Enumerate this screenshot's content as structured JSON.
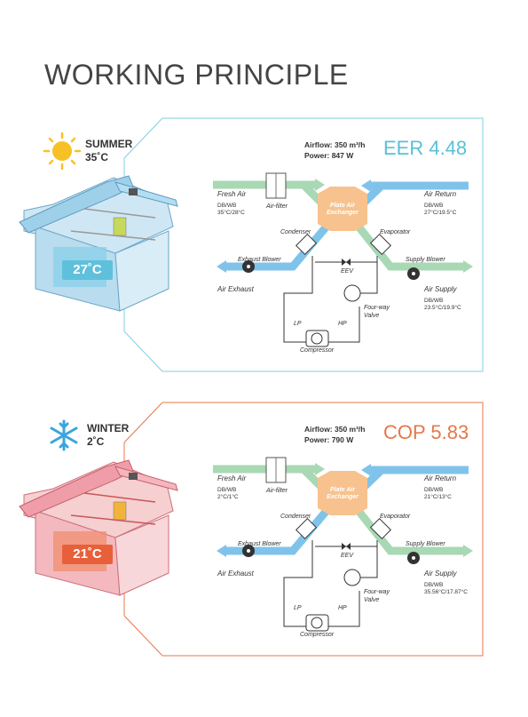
{
  "title": "WORKING PRINCIPLE",
  "colors": {
    "summer_accent": "#6ec5d9",
    "winter_accent": "#e8774a",
    "fresh": "#a8d8b4",
    "return": "#7fc3ea",
    "hex": "#f7c28e"
  },
  "panels": [
    {
      "id": "summer",
      "icon": "sun-icon",
      "season": "SUMMER",
      "outdoor_temp": "35˚C",
      "room_temp": "27˚C",
      "airflow": "Airflow: 350 m³/h",
      "power": "Power: 847 W",
      "metric": "EER 4.48",
      "fresh_air": "Fresh Air",
      "fresh_dbwb_label": "DB/WB",
      "fresh_dbwb": "35°C/28°C",
      "air_filter": "Air-filter",
      "exchanger": "Plate Air Exchanger",
      "air_return": "Air Return",
      "return_dbwb_label": "DB/WB",
      "return_dbwb": "27°C/19.5°C",
      "condenser": "Condenser",
      "evaporator": "Evaporator",
      "exhaust_blower": "Exhaust Blower",
      "eev": "EEV",
      "supply_blower": "Supply Blower",
      "air_exhaust": "Air Exhaust",
      "air_supply": "Air Supply",
      "supply_dbwb_label": "DB/WB",
      "supply_dbwb": "23.5°C/19.9°C",
      "four_way": "Four-way Valve",
      "lp": "LP",
      "hp": "HP",
      "compressor": "Compressor"
    },
    {
      "id": "winter",
      "icon": "snowflake-icon",
      "season": "WINTER",
      "outdoor_temp": "2˚C",
      "room_temp": "21˚C",
      "airflow": "Airflow: 350 m³/h",
      "power": "Power: 790 W",
      "metric": "COP 5.83",
      "fresh_air": "Fresh Air",
      "fresh_dbwb_label": "DB/WB",
      "fresh_dbwb": "2°C/1°C",
      "air_filter": "Air-filter",
      "exchanger": "Plate Air Exchanger",
      "air_return": "Air Return",
      "return_dbwb_label": "DB/WB",
      "return_dbwb": "21°C/13°C",
      "condenser": "Condenser",
      "evaporator": "Evaporator",
      "exhaust_blower": "Exhaust Blower",
      "eev": "EEV",
      "supply_blower": "Supply Blower",
      "air_exhaust": "Air Exhaust",
      "air_supply": "Air Supply",
      "supply_dbwb_label": "DB/WB",
      "supply_dbwb": "35.56°C/17.87°C",
      "four_way": "Four-way Valve",
      "lp": "LP",
      "hp": "HP",
      "compressor": "Compressor"
    }
  ]
}
